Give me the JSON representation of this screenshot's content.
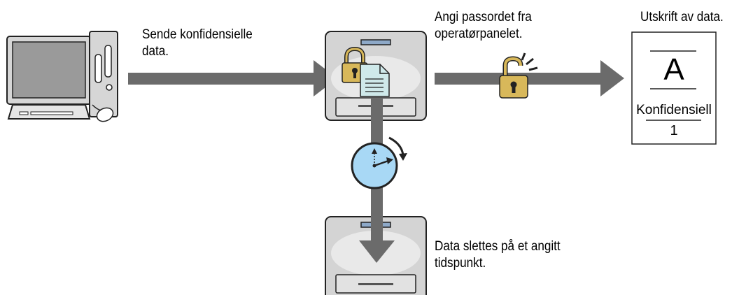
{
  "labels": {
    "send": [
      "Sende konfidensielle",
      "data."
    ],
    "password": [
      "Angi passordet fra",
      "operatørpanelet."
    ],
    "print": [
      "Utskrift av data."
    ],
    "delete": [
      "Data slettes på et angitt",
      "tidspunkt."
    ]
  },
  "printout": {
    "letter": "A",
    "title": "Konfidensiell",
    "page": "1"
  },
  "colors": {
    "arrow": "#6b6b6b",
    "printer_body": "#d4d4d4",
    "printer_dark": "#8c8c8c",
    "clock_face": "#a8d8f5",
    "lock_gold": "#d8b85a",
    "doc_teal": "#cfe9ea"
  },
  "icons": [
    "computer-icon",
    "printer-icon",
    "lock-icon",
    "document-icon",
    "unlocked-lock-icon",
    "clock-icon",
    "printout-icon"
  ]
}
